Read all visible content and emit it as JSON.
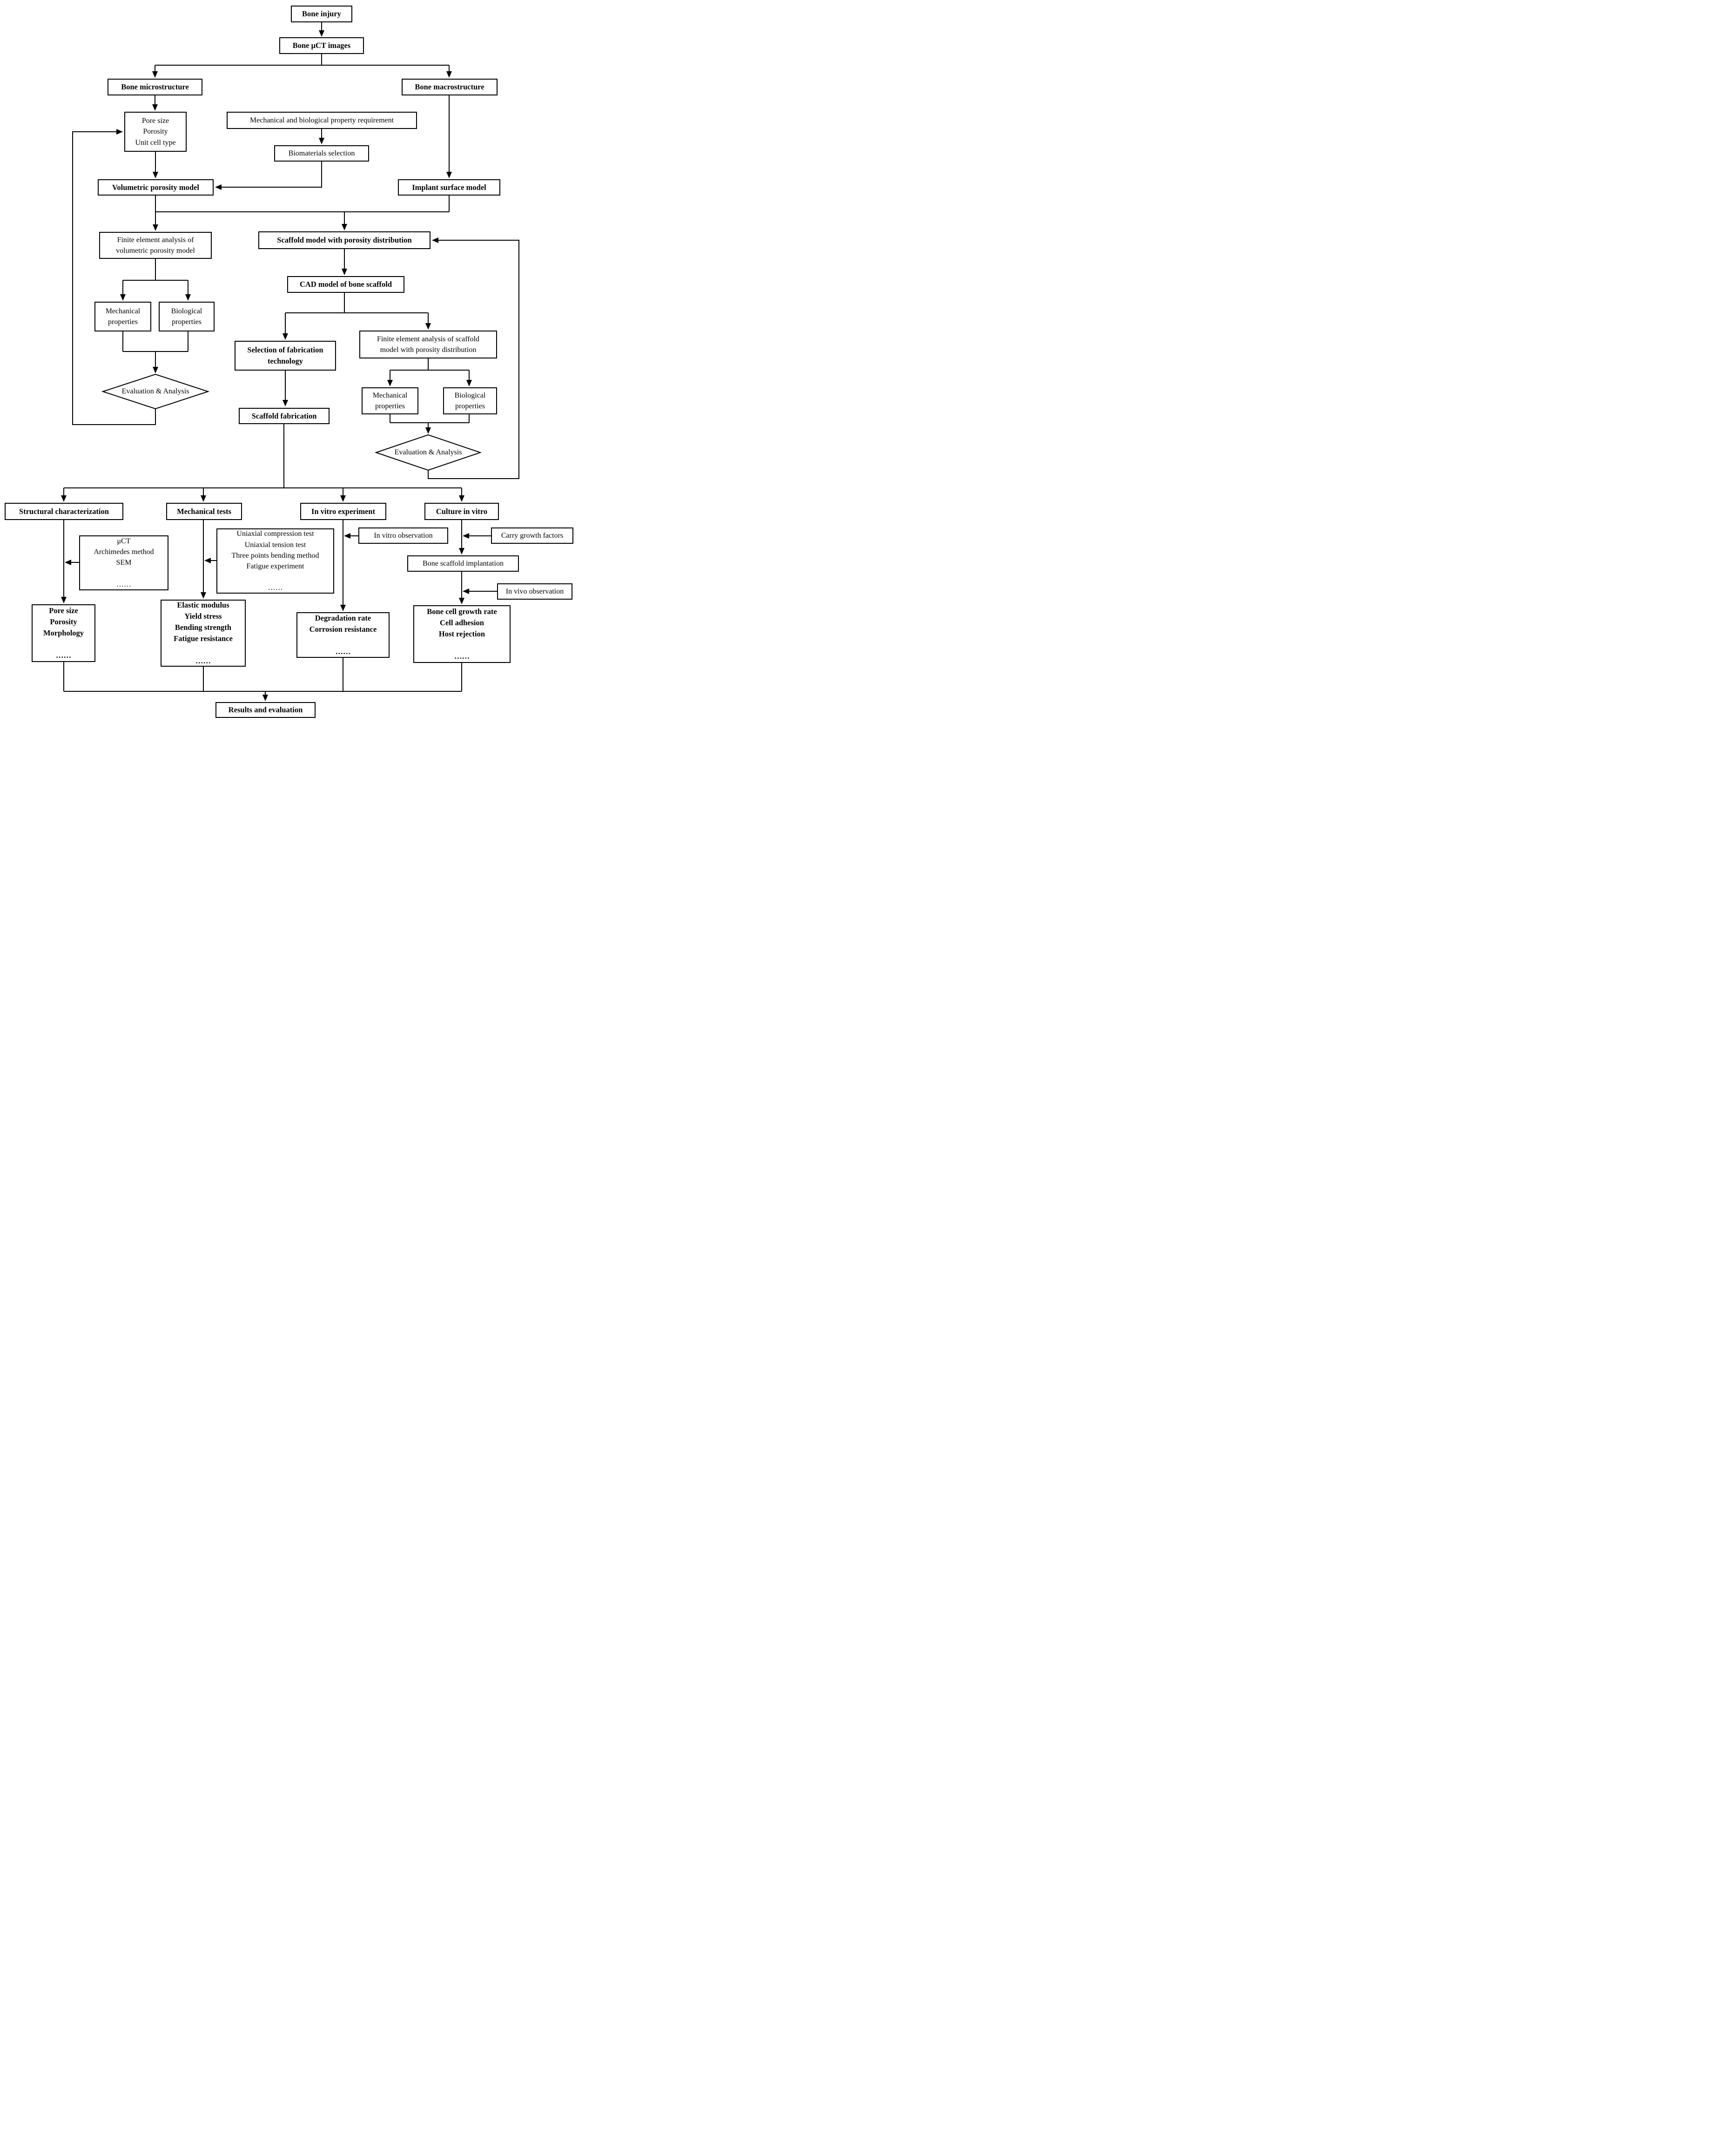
{
  "diagram_type": "flowchart",
  "colors": {
    "line": "#000000",
    "box_border": "#000000",
    "background": "#ffffff",
    "text": "#000000"
  },
  "nodes": {
    "bone_injury": {
      "label": "Bone injury"
    },
    "bone_uct_images": {
      "label": "Bone μCT images"
    },
    "bone_microstructure": {
      "label": "Bone microstructure"
    },
    "bone_macrostructure": {
      "label": "Bone macrostructure"
    },
    "pore_params": {
      "label": "Pore size\nPorosity\nUnit cell type"
    },
    "mech_bio_requirement": {
      "label": "Mechanical and biological property requirement"
    },
    "biomaterials_selection": {
      "label": "Biomaterials selection"
    },
    "volumetric_porosity_model": {
      "label": "Volumetric porosity model"
    },
    "implant_surface_model": {
      "label": "Implant surface model"
    },
    "fea_volumetric": {
      "label": "Finite element analysis of\nvolumetric porosity model"
    },
    "scaffold_model": {
      "label": "Scaffold model with porosity distribution"
    },
    "cad_model": {
      "label": "CAD model of bone scaffold"
    },
    "mech_props_left": {
      "label": "Mechanical\nproperties"
    },
    "bio_props_left": {
      "label": "Biological\nproperties"
    },
    "evaluation_left": {
      "label": "Evaluation & Analysis"
    },
    "selection_fabrication": {
      "label": "Selection of fabrication\ntechnology"
    },
    "fea_scaffold": {
      "label": "Finite element analysis of scaffold\nmodel with porosity distribution"
    },
    "mech_props_right": {
      "label": "Mechanical\nproperties"
    },
    "bio_props_right": {
      "label": "Biological\nproperties"
    },
    "evaluation_right": {
      "label": "Evaluation & Analysis"
    },
    "scaffold_fabrication": {
      "label": "Scaffold fabrication"
    },
    "structural_characterization": {
      "label": "Structural characterization"
    },
    "mechanical_tests": {
      "label": "Mechanical tests"
    },
    "in_vitro_experiment": {
      "label": "In vitro experiment"
    },
    "culture_in_vitro": {
      "label": "Culture in vitro"
    },
    "uct_methods": {
      "label": "μCT\nArchimedes method\nSEM\n\n……"
    },
    "mech_test_methods": {
      "label": "Uniaxial compression test\nUniaxial tension test\nThree points bending method\nFatigue experiment\n\n……"
    },
    "in_vitro_observation": {
      "label": "In vitro observation"
    },
    "carry_growth_factors": {
      "label": "Carry growth factors"
    },
    "bone_scaffold_implantation": {
      "label": "Bone scaffold implantation"
    },
    "in_vivo_observation": {
      "label": "In vivo observation"
    },
    "structural_results": {
      "label": "Pore size\nPorosity\nMorphology\n\n……"
    },
    "mechanical_results": {
      "label": "Elastic modulus\nYield stress\nBending strength\nFatigue resistance\n\n……"
    },
    "in_vitro_results": {
      "label": "Degradation rate\nCorrosion resistance\n\n……"
    },
    "culture_results": {
      "label": "Bone cell growth rate\nCell adhesion\nHost rejection\n\n……"
    },
    "results_evaluation": {
      "label": "Results and evaluation"
    }
  }
}
